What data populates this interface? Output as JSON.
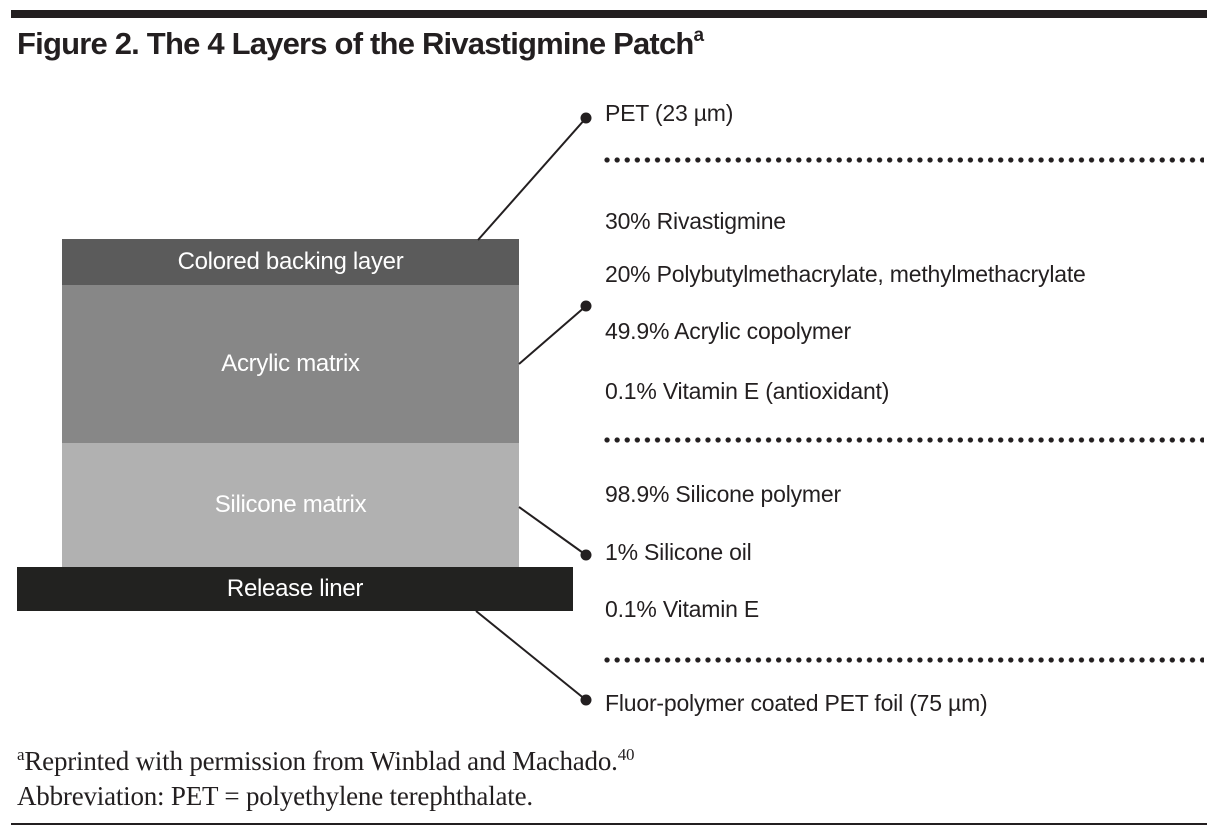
{
  "figure": {
    "title": "Figure 2. The 4 Layers of the Rivastigmine Patch",
    "title_footnote_marker": "a"
  },
  "layers": [
    {
      "id": "backing",
      "label": "Colored backing layer",
      "color": "#5b5b5b"
    },
    {
      "id": "acrylic",
      "label": "Acrylic matrix",
      "color": "#878787"
    },
    {
      "id": "silicone",
      "label": "Silicone matrix",
      "color": "#b1b1b1"
    },
    {
      "id": "liner",
      "label": "Release liner",
      "color": "#222220"
    }
  ],
  "compositions": {
    "backing": [
      "PET (23 µm)"
    ],
    "acrylic": [
      "30% Rivastigmine",
      "20% Polybutylmethacrylate, methylmethacrylate",
      "49.9% Acrylic copolymer",
      "0.1% Vitamin E (antioxidant)"
    ],
    "silicone": [
      "98.9% Silicone polymer",
      "1% Silicone oil",
      "0.1% Vitamin E"
    ],
    "liner": [
      "Fluor-polymer coated PET foil (75 µm)"
    ]
  },
  "footnotes": {
    "marker": "a",
    "reprint": "Reprinted with permission from Winblad and Machado.",
    "reference": "40",
    "abbreviation": "Abbreviation: PET = polyethylene terephthalate."
  }
}
